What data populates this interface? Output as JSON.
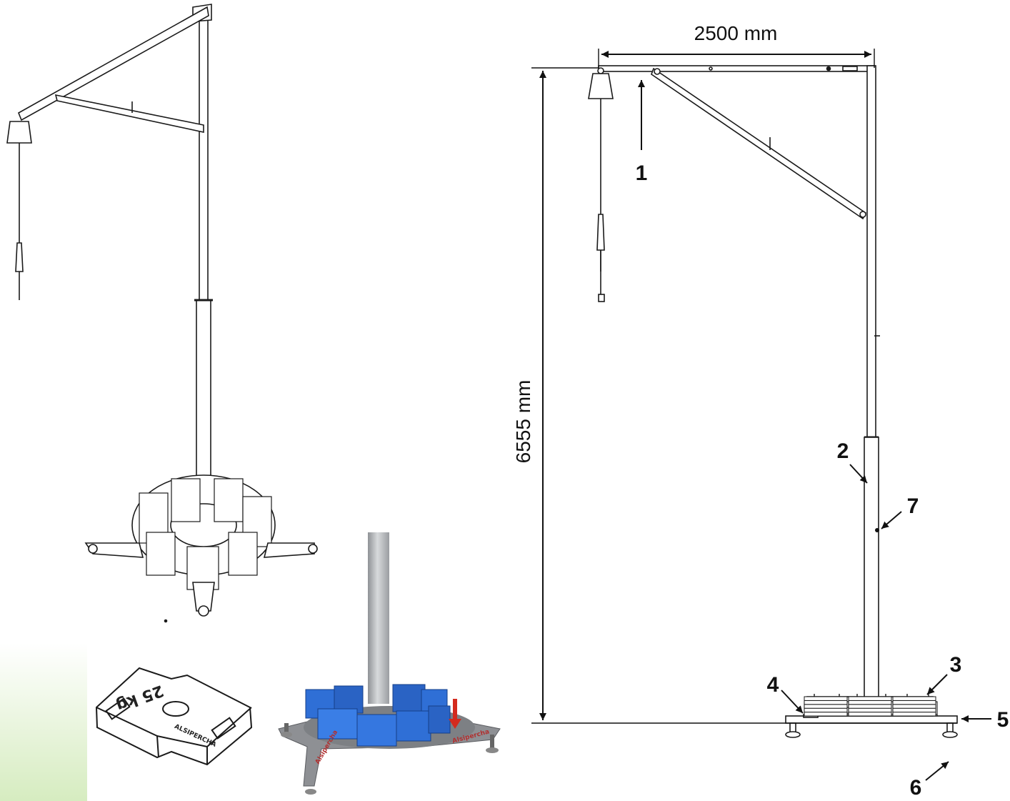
{
  "dimensions": {
    "width_label": "2500 mm",
    "height_label": "6555 mm"
  },
  "callouts": [
    "1",
    "2",
    "3",
    "4",
    "5",
    "6",
    "7"
  ],
  "counterweight": {
    "weight_label": "25 kg"
  },
  "colors": {
    "line": "#1a1a1a",
    "block_blue": "#2f6fd6",
    "block_blue_dark": "#1d4fa8",
    "mast_grey": "#b7b9bc",
    "arrow_red": "#d42a1e",
    "panel_green": "#e3f3d2"
  }
}
